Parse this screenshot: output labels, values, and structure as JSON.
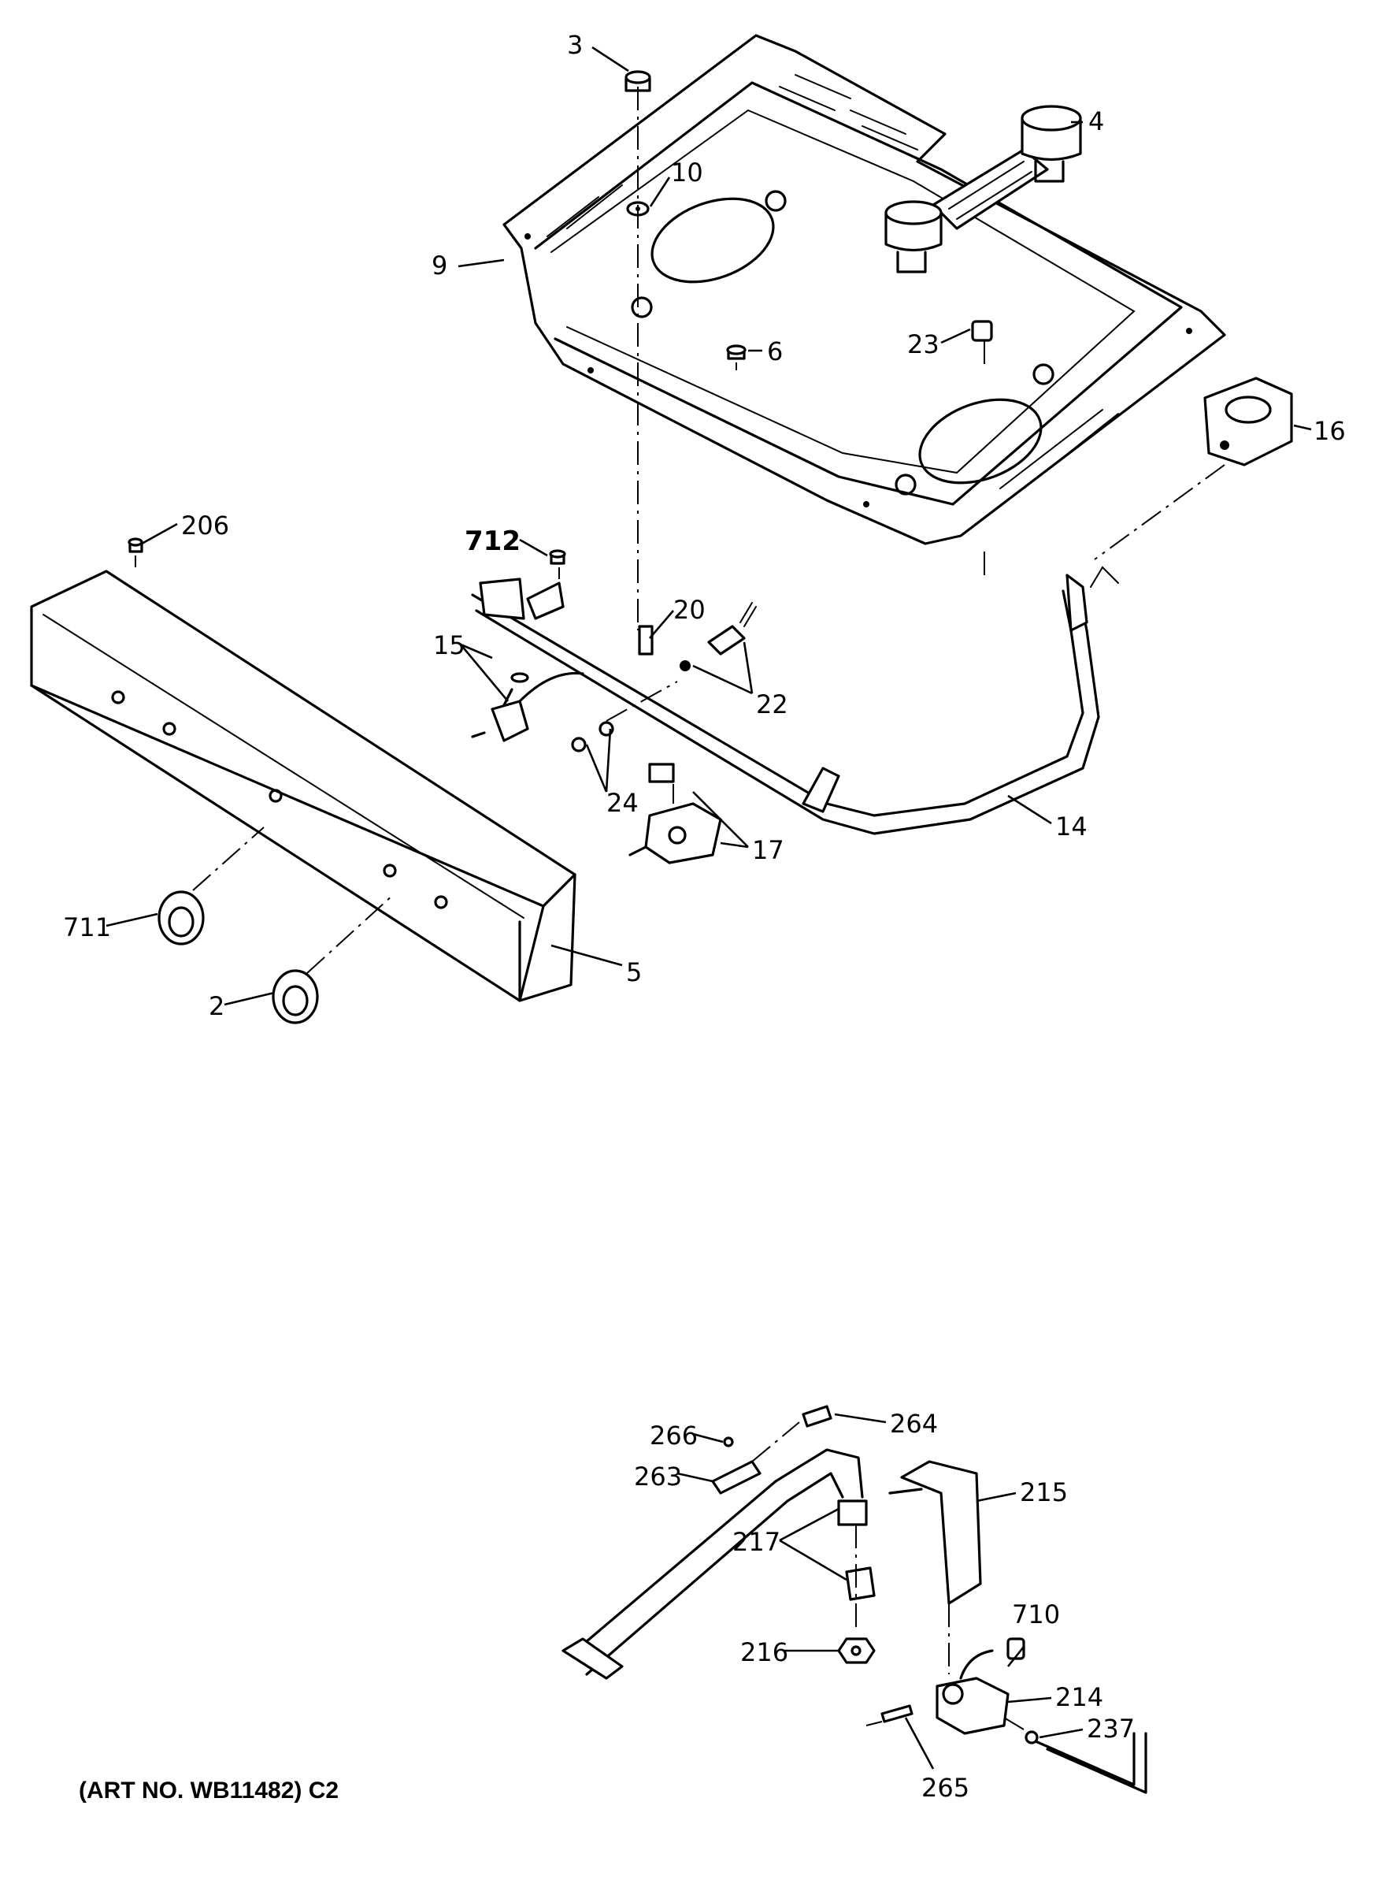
{
  "callouts": {
    "c3": "3",
    "c4": "4",
    "c10": "10",
    "c9": "9",
    "c6": "6",
    "c23": "23",
    "c16": "16",
    "c206": "206",
    "c712": "712",
    "c20": "20",
    "c15": "15",
    "c22": "22",
    "c24": "24",
    "c17": "17",
    "c14": "14",
    "c711": "711",
    "c2": "2",
    "c5": "5",
    "c264": "264",
    "c266": "266",
    "c263": "263",
    "c215": "215",
    "c217": "217",
    "c216": "216",
    "c710": "710",
    "c214": "214",
    "c237": "237",
    "c265": "265"
  },
  "art_number": "(ART NO. WB11482) C2"
}
